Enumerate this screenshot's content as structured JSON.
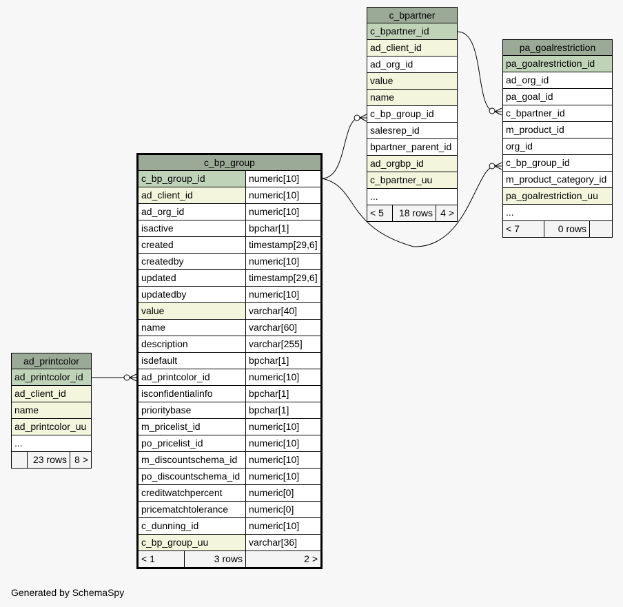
{
  "tables": {
    "c_bp_group": {
      "title": "c_bp_group",
      "columns": [
        {
          "name": "c_bp_group_id",
          "type": "numeric[10]",
          "kind": "pk"
        },
        {
          "name": "ad_client_id",
          "type": "numeric[10]",
          "kind": "fk"
        },
        {
          "name": "ad_org_id",
          "type": "numeric[10]",
          "kind": "std"
        },
        {
          "name": "isactive",
          "type": "bpchar[1]",
          "kind": "std"
        },
        {
          "name": "created",
          "type": "timestamp[29,6]",
          "kind": "std"
        },
        {
          "name": "createdby",
          "type": "numeric[10]",
          "kind": "std"
        },
        {
          "name": "updated",
          "type": "timestamp[29,6]",
          "kind": "std"
        },
        {
          "name": "updatedby",
          "type": "numeric[10]",
          "kind": "std"
        },
        {
          "name": "value",
          "type": "varchar[40]",
          "kind": "fk"
        },
        {
          "name": "name",
          "type": "varchar[60]",
          "kind": "std"
        },
        {
          "name": "description",
          "type": "varchar[255]",
          "kind": "std"
        },
        {
          "name": "isdefault",
          "type": "bpchar[1]",
          "kind": "std"
        },
        {
          "name": "ad_printcolor_id",
          "type": "numeric[10]",
          "kind": "std"
        },
        {
          "name": "isconfidentialinfo",
          "type": "bpchar[1]",
          "kind": "std"
        },
        {
          "name": "prioritybase",
          "type": "bpchar[1]",
          "kind": "std"
        },
        {
          "name": "m_pricelist_id",
          "type": "numeric[10]",
          "kind": "std"
        },
        {
          "name": "po_pricelist_id",
          "type": "numeric[10]",
          "kind": "std"
        },
        {
          "name": "m_discountschema_id",
          "type": "numeric[10]",
          "kind": "std"
        },
        {
          "name": "po_discountschema_id",
          "type": "numeric[10]",
          "kind": "std"
        },
        {
          "name": "creditwatchpercent",
          "type": "numeric[0]",
          "kind": "std"
        },
        {
          "name": "pricematchtolerance",
          "type": "numeric[0]",
          "kind": "std"
        },
        {
          "name": "c_dunning_id",
          "type": "numeric[10]",
          "kind": "std"
        },
        {
          "name": "c_bp_group_uu",
          "type": "varchar[36]",
          "kind": "fk"
        }
      ],
      "footer": {
        "left": "< 1",
        "middle": "3 rows",
        "right": "2 >"
      }
    },
    "c_bpartner": {
      "title": "c_bpartner",
      "columns": [
        {
          "name": "c_bpartner_id",
          "kind": "pk"
        },
        {
          "name": "ad_client_id",
          "kind": "fk"
        },
        {
          "name": "ad_org_id",
          "kind": "std"
        },
        {
          "name": "value",
          "kind": "fk"
        },
        {
          "name": "name",
          "kind": "fk"
        },
        {
          "name": "c_bp_group_id",
          "kind": "std"
        },
        {
          "name": "salesrep_id",
          "kind": "std"
        },
        {
          "name": "bpartner_parent_id",
          "kind": "std"
        },
        {
          "name": "ad_orgbp_id",
          "kind": "fk"
        },
        {
          "name": "c_bpartner_uu",
          "kind": "fk"
        },
        {
          "name": "...",
          "kind": "std"
        }
      ],
      "footer": {
        "left": "< 5",
        "middle": "18 rows",
        "right": "4 >"
      }
    },
    "pa_goalrestriction": {
      "title": "pa_goalrestriction",
      "columns": [
        {
          "name": "pa_goalrestriction_id",
          "kind": "pk"
        },
        {
          "name": "ad_org_id",
          "kind": "std"
        },
        {
          "name": "pa_goal_id",
          "kind": "std"
        },
        {
          "name": "c_bpartner_id",
          "kind": "std"
        },
        {
          "name": "m_product_id",
          "kind": "std"
        },
        {
          "name": "org_id",
          "kind": "std"
        },
        {
          "name": "c_bp_group_id",
          "kind": "std"
        },
        {
          "name": "m_product_category_id",
          "kind": "std"
        },
        {
          "name": "pa_goalrestriction_uu",
          "kind": "fk"
        },
        {
          "name": "...",
          "kind": "std"
        }
      ],
      "footer": {
        "left": "< 7",
        "middle": "0 rows",
        "right": ""
      }
    },
    "ad_printcolor": {
      "title": "ad_printcolor",
      "columns": [
        {
          "name": "ad_printcolor_id",
          "kind": "pk"
        },
        {
          "name": "ad_client_id",
          "kind": "fk"
        },
        {
          "name": "name",
          "kind": "fk"
        },
        {
          "name": "ad_printcolor_uu",
          "kind": "fk"
        },
        {
          "name": "...",
          "kind": "std"
        }
      ],
      "footer": {
        "left": "",
        "middle": "23 rows",
        "right": "8 >"
      }
    }
  },
  "relationships": [
    {
      "from": "c_bpartner.c_bp_group_id",
      "to": "c_bp_group.c_bp_group_id"
    },
    {
      "from": "pa_goalrestriction.c_bp_group_id",
      "to": "c_bp_group.c_bp_group_id"
    },
    {
      "from": "pa_goalrestriction.c_bpartner_id",
      "to": "c_bpartner.c_bpartner_id"
    },
    {
      "from": "c_bp_group.ad_printcolor_id",
      "to": "ad_printcolor.ad_printcolor_id"
    }
  ],
  "colors": {
    "header": "#9baa96",
    "primary_key": "#bfd3b9",
    "indexed": "#f3f6dd",
    "plain": "#ffffff",
    "background": "#f7f7f7"
  },
  "generated_by": "Generated by SchemaSpy"
}
